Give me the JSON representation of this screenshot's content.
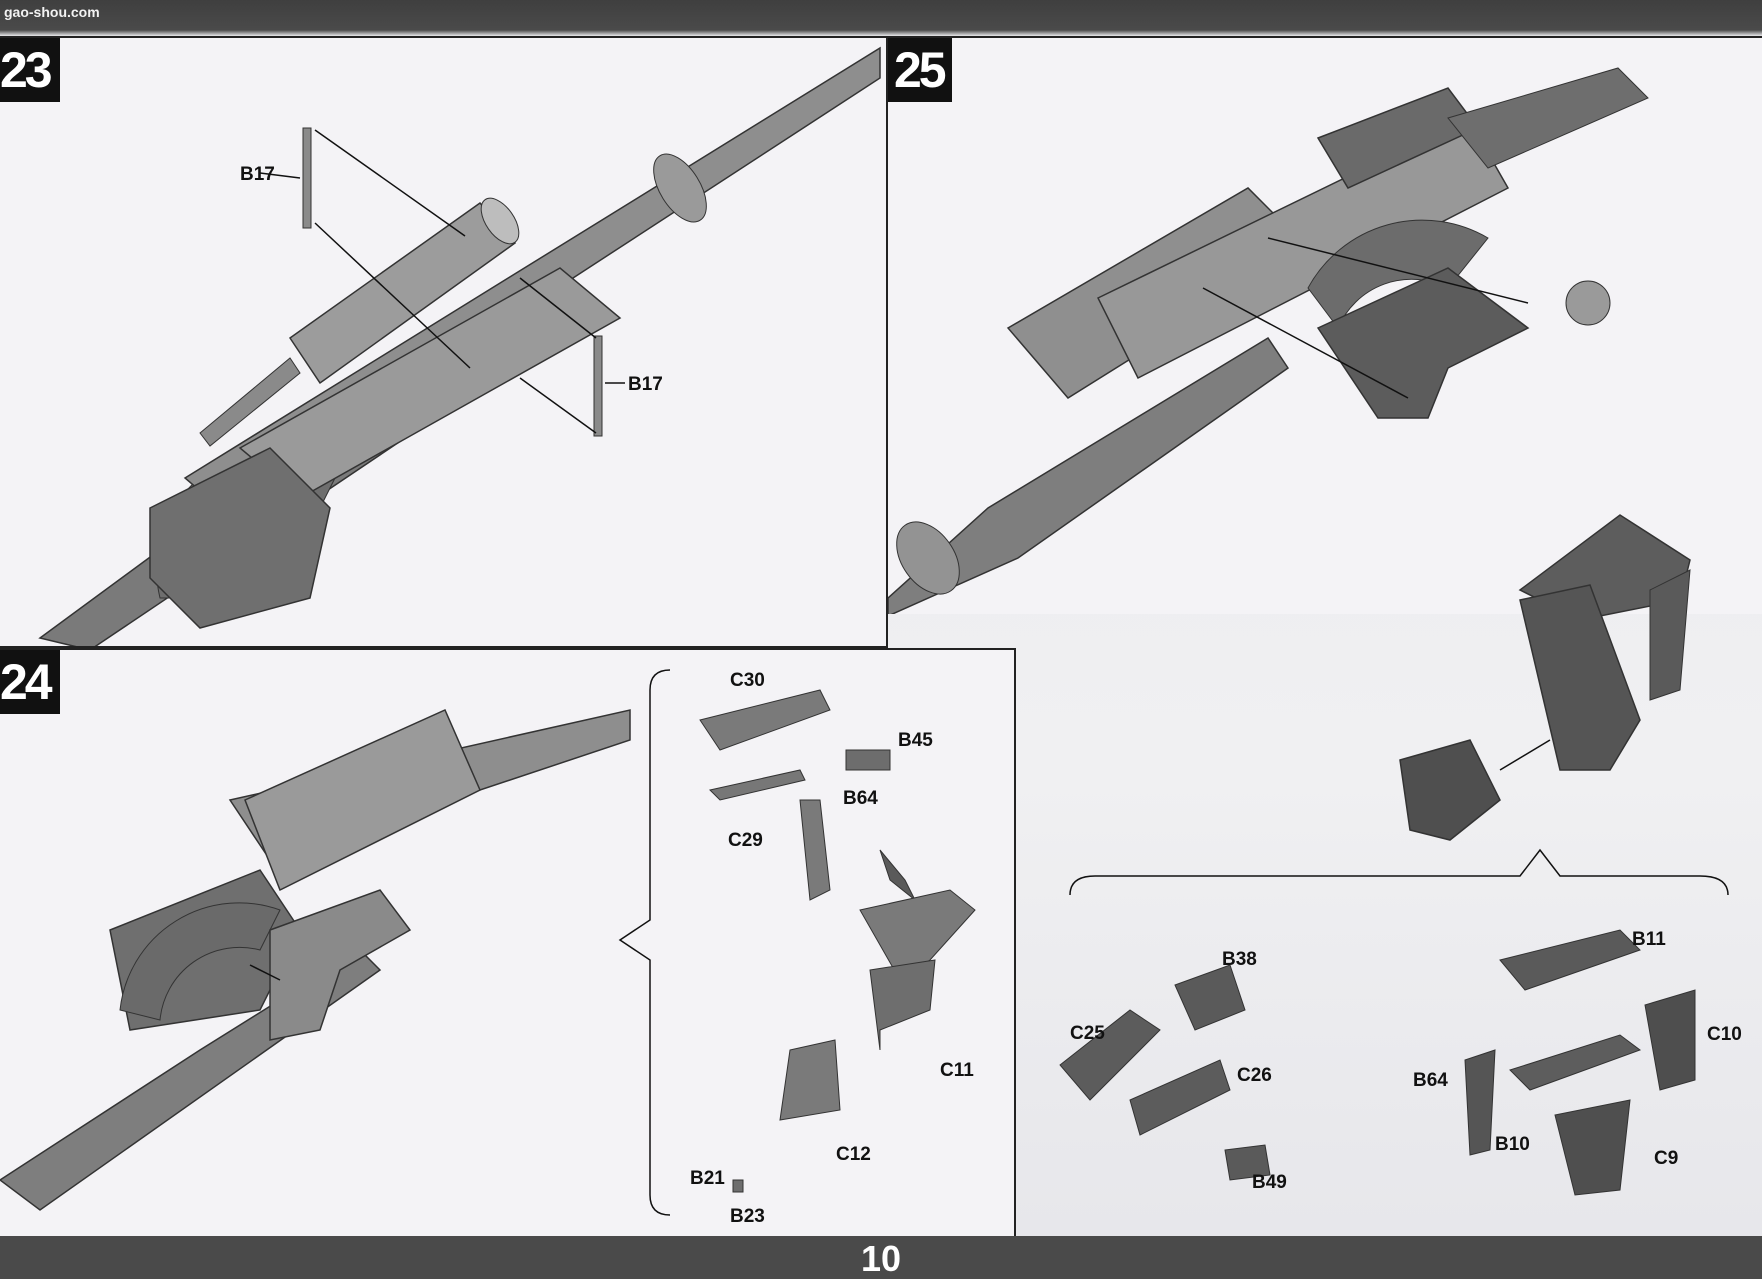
{
  "watermark": {
    "text": "gao-shou.com"
  },
  "page_number": "10",
  "steps": [
    {
      "number": "23",
      "labels": [
        "B17",
        "B17"
      ]
    },
    {
      "number": "24",
      "labels": [
        "C30",
        "B45",
        "B64",
        "C29",
        "C11",
        "C12",
        "B21",
        "B23"
      ]
    },
    {
      "number": "25",
      "labels": [
        "B38",
        "C25",
        "C26",
        "B49",
        "B11",
        "C10",
        "B64",
        "B10",
        "C9"
      ]
    }
  ],
  "colors": {
    "part_grey": "#8a8a8a",
    "part_dark": "#5c5c5c",
    "ink": "#111111",
    "paper": "#f4f3f6"
  }
}
